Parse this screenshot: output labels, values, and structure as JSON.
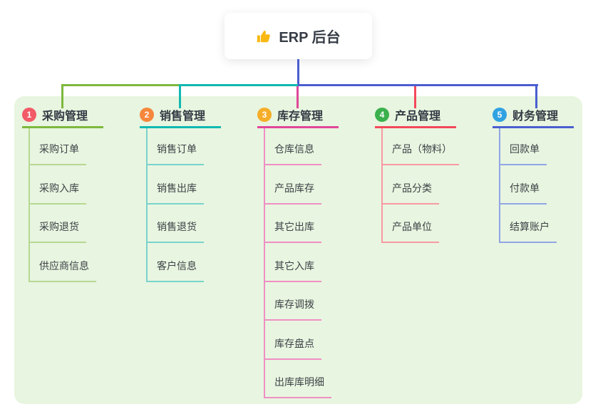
{
  "root": {
    "label": "ERP 后台",
    "icon": "thumbs-up-icon"
  },
  "theme": {
    "panel_bg": "#e8f5e0",
    "root_line_color": "#4a5ed0",
    "icon_color": "#f9b812",
    "text_dark": "#363c46"
  },
  "branches": [
    {
      "index": "1",
      "label": "采购管理",
      "badge_color": "#f25a68",
      "line_color": "#7db83e",
      "child_line_color": "#b7d893",
      "children": [
        "采购订单",
        "采购入库",
        "采购退货",
        "供应商信息"
      ]
    },
    {
      "index": "2",
      "label": "销售管理",
      "badge_color": "#f6873c",
      "line_color": "#10b9b2",
      "child_line_color": "#79d3cc",
      "children": [
        "销售订单",
        "销售出库",
        "销售退货",
        "客户信息"
      ]
    },
    {
      "index": "3",
      "label": "库存管理",
      "badge_color": "#f5ae29",
      "line_color": "#e0479a",
      "child_line_color": "#f08fc4",
      "children": [
        "仓库信息",
        "产品库存",
        "其它出库",
        "其它入库",
        "库存调拨",
        "库存盘点",
        "出库库明细"
      ]
    },
    {
      "index": "4",
      "label": "产品管理",
      "badge_color": "#3bb14e",
      "line_color": "#f4485a",
      "child_line_color": "#f89aa2",
      "children": [
        "产品（物料）",
        "产品分类",
        "产品单位"
      ]
    },
    {
      "index": "5",
      "label": "财务管理",
      "badge_color": "#30a2e2",
      "line_color": "#4a5ed0",
      "child_line_color": "#91a5e6",
      "children": [
        "回款单",
        "付款单",
        "结算账户"
      ]
    }
  ]
}
